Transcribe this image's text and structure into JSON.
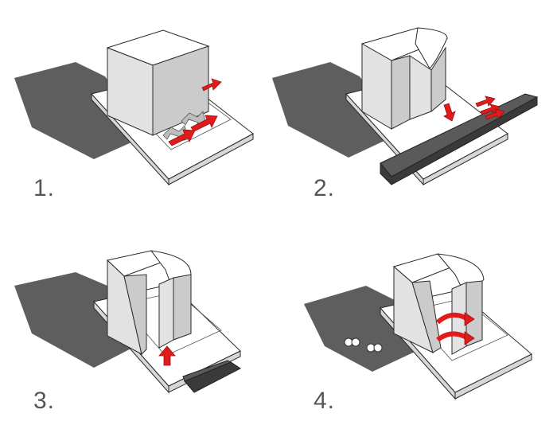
{
  "steps": [
    {
      "label": "1."
    },
    {
      "label": "2."
    },
    {
      "label": "3."
    },
    {
      "label": "4."
    }
  ],
  "colors": {
    "arrow": "#e01b1b",
    "shadow": "#5e5e5e",
    "slab": "#3a3a3a",
    "label": "#555555"
  }
}
